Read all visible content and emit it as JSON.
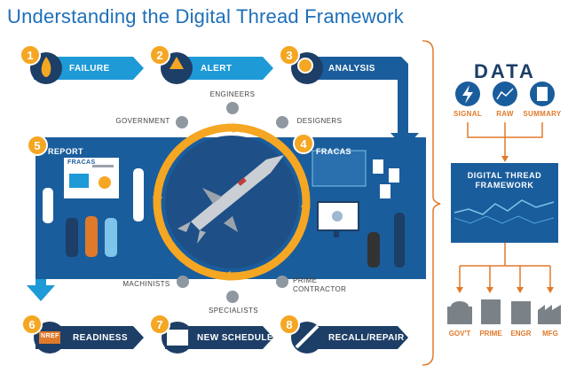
{
  "title": "Understanding the Digital Thread Framework",
  "steps": [
    {
      "num": "1",
      "label": "FAILURE"
    },
    {
      "num": "2",
      "label": "ALERT"
    },
    {
      "num": "3",
      "label": "ANALYSIS"
    },
    {
      "num": "4",
      "label": "FRACAS"
    },
    {
      "num": "5",
      "label": "REPORT"
    },
    {
      "num": "6",
      "label": "READINESS"
    },
    {
      "num": "7",
      "label": "NEW SCHEDULE"
    },
    {
      "num": "8",
      "label": "RECALL/REPAIR"
    }
  ],
  "stakeholders": {
    "engineers": "ENGINEERS",
    "government": "GOVERNMENT",
    "designers": "DESIGNERS",
    "machinists": "MACHINISTS",
    "specialists": "SPECIALISTS",
    "prime_line1": "PRIME",
    "prime_line2": "CONTRACTOR"
  },
  "panel_texts": {
    "fracas_board": "FRACAS",
    "nref_tag": "NREF"
  },
  "data_section": {
    "title": "DATA",
    "inputs": [
      "SIGNAL",
      "RAW",
      "SUMMARY"
    ],
    "framework_line1": "DIGITAL THREAD",
    "framework_line2": "FRAMEWORK",
    "outputs": [
      "GOV'T",
      "PRIME",
      "ENGR",
      "MFG"
    ]
  },
  "colors": {
    "title_blue": "#1d6fb8",
    "arrow_blue": "#1e9ad6",
    "dark_blue": "#1d3e66",
    "panel_blue": "#1a5d9c",
    "orange": "#f5a623",
    "connector_orange": "#e07a2b"
  },
  "icons": [
    "fire-icon",
    "alert-icon",
    "magnifier-icon",
    "monitor-icon",
    "chart-board-icon",
    "calendar-icon",
    "wrench-icon",
    "rocket-icon",
    "lightning-icon",
    "line-chart-icon",
    "document-icon",
    "capitol-icon",
    "building-icon",
    "factory-icon"
  ]
}
